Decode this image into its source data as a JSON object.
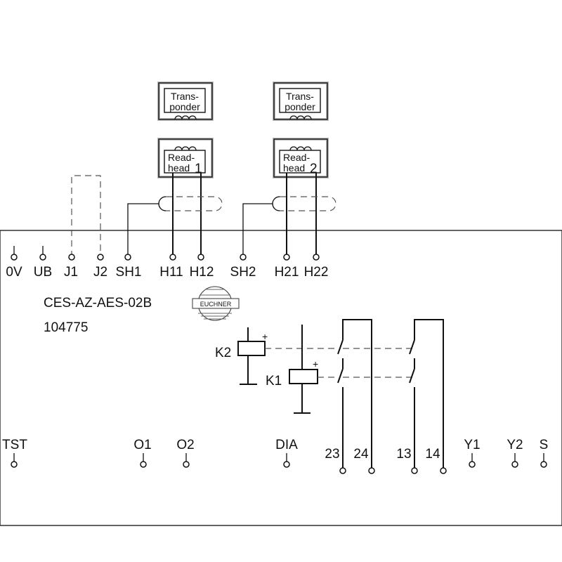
{
  "module": {
    "model": "CES-AZ-AES-02B",
    "part_number": "104775",
    "brand_logo": "EUCHNER"
  },
  "readheads": [
    {
      "transponder": [
        "Trans-",
        "ponder"
      ],
      "readhead": [
        "Read-",
        "head"
      ],
      "number": "1"
    },
    {
      "transponder": [
        "Trans-",
        "ponder"
      ],
      "readhead": [
        "Read-",
        "head"
      ],
      "number": "2"
    }
  ],
  "top_terminals": [
    "0V",
    "UB",
    "J1",
    "J2",
    "SH1",
    "H11",
    "H12",
    "SH2",
    "H21",
    "H22"
  ],
  "bottom_terminals": [
    "TST",
    "O1",
    "O2",
    "DIA",
    "23",
    "24",
    "13",
    "14",
    "Y1",
    "Y2",
    "S"
  ],
  "relays": [
    {
      "name": "K2",
      "polarity": "+"
    },
    {
      "name": "K1",
      "polarity": "+"
    }
  ]
}
